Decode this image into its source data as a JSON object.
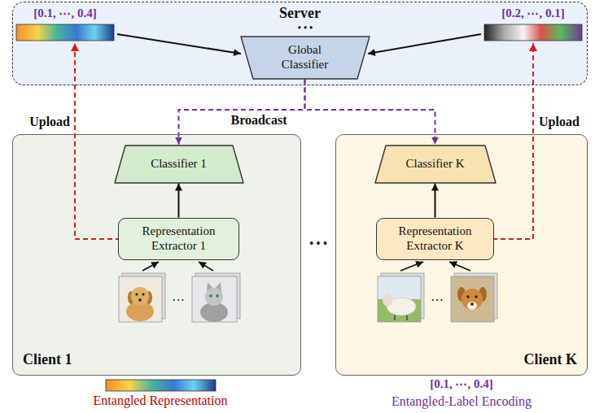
{
  "diagram": {
    "nodes": [
      {
        "text": [
          "Server"
        ]
      },
      {
        "text": [
          "Global Classifier"
        ],
        "in": 0
      },
      {
        "text": [
          "Client 1"
        ]
      },
      {
        "text": [
          "Classifier 1"
        ],
        "in": 2
      },
      {
        "text": [
          "Representation Extractor 1"
        ],
        "in": 2
      },
      {
        "text": [
          "Client K"
        ]
      },
      {
        "text": [
          "Classifier K"
        ],
        "in": 5
      },
      {
        "text": [
          "Representation Extractor K"
        ],
        "in": 5
      }
    ],
    "edges": [
      {
        "from": 4,
        "to": 3,
        "arrow": "to"
      },
      {
        "from": 7,
        "to": 6,
        "arrow": "to"
      },
      {
        "from": 1,
        "to": 3,
        "arrow": "to"
      },
      {
        "from": 1,
        "to": 6,
        "arrow": "to"
      }
    ],
    "labels": [
      "[0.1, ⋯, 0.4]",
      "• • •",
      "[0.2, ⋯, 0.1]",
      "Upload",
      "Broadcast",
      "Upload",
      "…",
      "• • •",
      "…",
      "Entangled Representation",
      "[0.1, ⋯, 0.4]",
      "Entangled-Label Encoding"
    ]
  }
}
